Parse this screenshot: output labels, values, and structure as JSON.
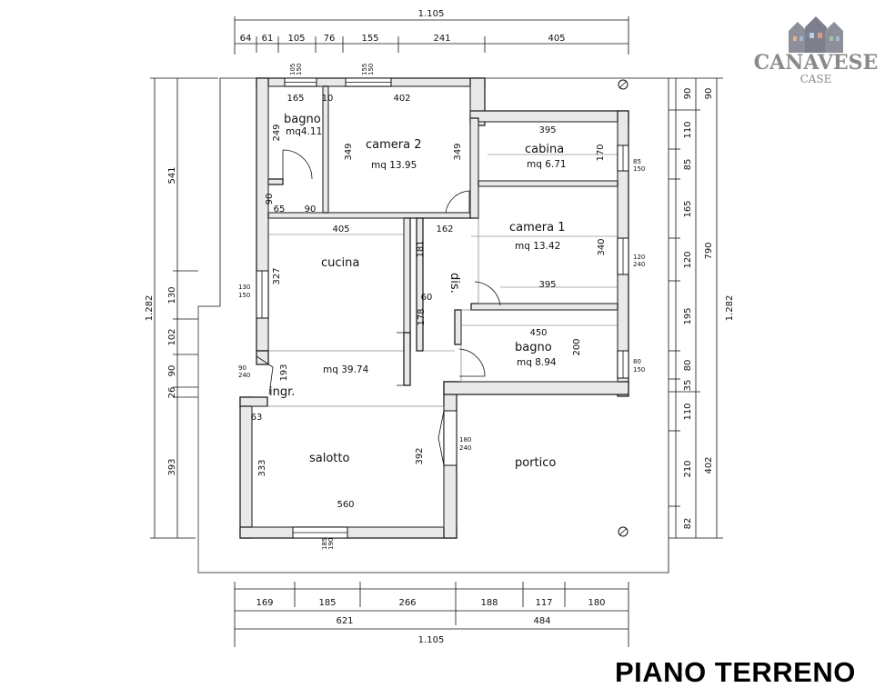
{
  "title": "PIANO TERRENO",
  "logo": {
    "name": "CANAVESE",
    "sub": "CASE"
  },
  "rooms": {
    "bagno_top": {
      "name": "bagno",
      "area": "mq4.11"
    },
    "camera2": {
      "name": "camera 2",
      "area": "mq 13.95"
    },
    "cabina": {
      "name": "cabina",
      "area": "mq 6.71"
    },
    "camera1": {
      "name": "camera 1",
      "area": "mq 13.42"
    },
    "cucina": {
      "name": "cucina"
    },
    "soggiorno_area": "mq 39.74",
    "salotto": {
      "name": "salotto"
    },
    "dis": {
      "name": "dis."
    },
    "ingr": {
      "name": "ingr."
    },
    "bagno2": {
      "name": "bagno",
      "area": "mq 8.94"
    },
    "portico": {
      "name": "portico"
    }
  },
  "dims": {
    "top_total": "1.105",
    "top_parts": [
      "64",
      "61",
      "105",
      "76",
      "155",
      "241",
      "405"
    ],
    "bottom_parts": [
      "169",
      "185",
      "266",
      "188",
      "117",
      "180"
    ],
    "bottom_sub": [
      "621",
      "484"
    ],
    "bottom_total": "1.105",
    "left_outer": "1.282",
    "left_parts": [
      "541",
      "130",
      "102",
      "90",
      "26",
      "393"
    ],
    "right_parts": [
      "90",
      "110",
      "85",
      "165",
      "120",
      "195",
      "80",
      "35",
      "110",
      "210",
      "82"
    ],
    "right_sub": [
      "90",
      "790",
      "402"
    ],
    "right_total": "1.282",
    "interior": {
      "d165": "165",
      "d10": "10",
      "d402": "402",
      "d249": "249",
      "d349a": "349",
      "d349b": "349",
      "d395a": "395",
      "d170": "170",
      "d340": "340",
      "d395b": "395",
      "d90": "90",
      "d65": "65",
      "d90b": "90",
      "d405": "405",
      "d162": "162",
      "d181": "181",
      "d327": "327",
      "d60": "60",
      "d178": "178",
      "d450": "450",
      "d200": "200",
      "d193": "193",
      "d63": "63",
      "d333": "333",
      "d392": "392",
      "d560": "560"
    },
    "windows": {
      "w1": [
        "105",
        "150"
      ],
      "w2": [
        "155",
        "150"
      ],
      "w3": [
        "85",
        "150"
      ],
      "w4": [
        "120",
        "240"
      ],
      "w5": [
        "130",
        "150"
      ],
      "w6": [
        "90",
        "240"
      ],
      "w7": [
        "80",
        "150"
      ],
      "w8": [
        "180",
        "240"
      ],
      "w9": [
        "185",
        "190"
      ]
    }
  }
}
